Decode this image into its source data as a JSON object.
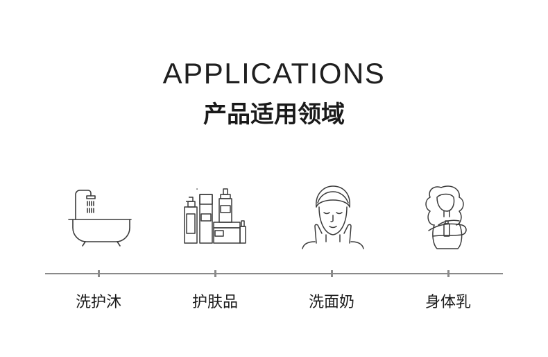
{
  "header": {
    "title_en": "APPLICATIONS",
    "title_cn": "产品适用领域"
  },
  "applications": [
    {
      "label": "洗护沐",
      "icon": "bathtub-shower-icon"
    },
    {
      "label": "护肤品",
      "icon": "skincare-bottles-icon"
    },
    {
      "label": "洗面奶",
      "icon": "face-wash-icon"
    },
    {
      "label": "身体乳",
      "icon": "body-lotion-icon"
    }
  ],
  "colors": {
    "text": "#1a1a1a",
    "line": "#8a8a8a",
    "icon_stroke": "#3a3a3a"
  }
}
